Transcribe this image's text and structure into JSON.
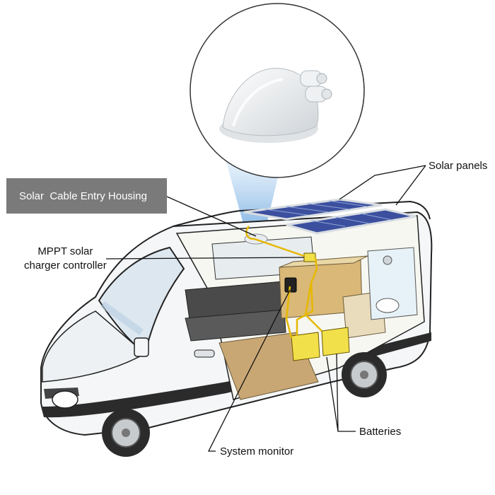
{
  "labels": {
    "housing": "Solar  Cable Entry Housing",
    "solar_panels": "Solar panels",
    "mppt_line1": "MPPT solar",
    "mppt_line2": "charger controller",
    "batteries": "Batteries",
    "system_monitor": "System monitor"
  },
  "colors": {
    "label_box": "#7a7a7a",
    "spotlight": "#7fb8e8",
    "cable": "#e6b800",
    "battery": "#f2e04a",
    "panel": "#3b4f9e",
    "wood": "#d9b878",
    "seat": "#4a4a4a",
    "floor": "#c9a774",
    "van_body": "#f4f6f7",
    "outline": "#222222"
  }
}
